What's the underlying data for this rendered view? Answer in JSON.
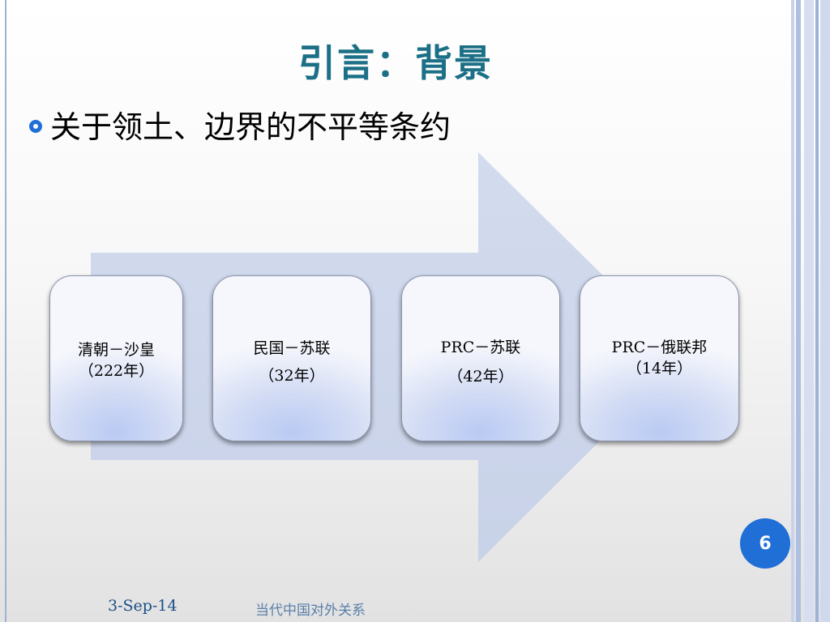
{
  "slide": {
    "title": "引言：背景",
    "bullet": "关于领土、边界的不平等条约",
    "boxes": [
      {
        "line1": "清朝－沙皇",
        "line2": "（222年）"
      },
      {
        "line1": "民国－苏联",
        "line2": "（32年）"
      },
      {
        "line1": "PRC－苏联",
        "line2": "（42年）"
      },
      {
        "line1": "PRC－俄联邦",
        "line2": "（14年）"
      }
    ],
    "page_number": "6",
    "footer_date": "3-Sep-14",
    "footer_text": "当代中国对外关系"
  },
  "colors": {
    "title": "#1b6f86",
    "accent_blue": "#1f6fd6",
    "arrow_fill": "#cdd6ea",
    "frame_blue": "#9fb2d6"
  }
}
